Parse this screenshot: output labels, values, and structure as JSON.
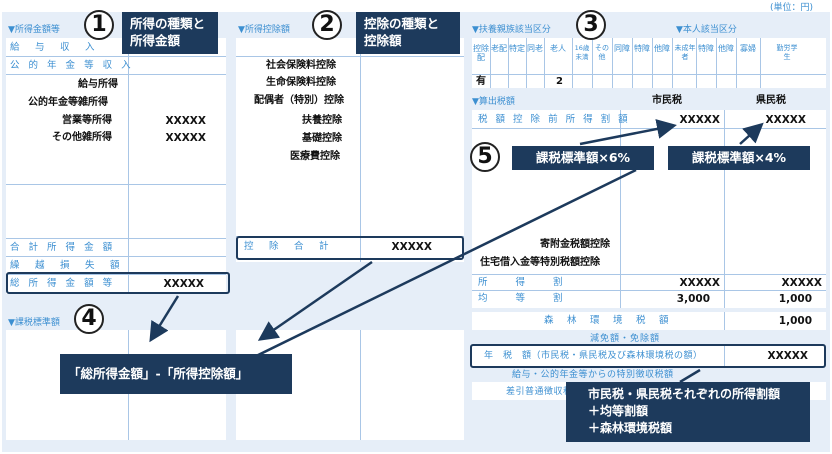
{
  "unit": "(単位：円)",
  "left_panel": {
    "section1_header": "▼所得金額等",
    "rows": [
      "給　与　収　入",
      "公 的 年 金 等 収 入"
    ],
    "income_types": [
      "給与所得",
      "公的年金等雑所得",
      "営業等所得",
      "その他雑所得"
    ],
    "income_values": [
      "XXXXX",
      "XXXXX"
    ],
    "total_income_label": "合 計 所 得 金 額",
    "carryover_label": "繰　越　損　失　額",
    "gross_income_label": "総 所 得 金 額 等",
    "gross_income_value": "XXXXX",
    "section2_header": "▼課税標準額"
  },
  "middle_panel": {
    "header": "▼所得控除額",
    "deductions": [
      "社会保険料控除",
      "生命保険料控除",
      "配偶者（特別）控除",
      "扶養控除",
      "基礎控除",
      "医療費控除"
    ],
    "total_label": "控　除　合　計",
    "total_value": "XXXXX"
  },
  "right_panel": {
    "dependents_header": "▼扶養親族該当区分",
    "self_header": "▼本人該当区分",
    "dependent_cols": [
      "控除配",
      "老配",
      "特定",
      "同老",
      "老人",
      "16歳未満",
      "その他",
      "同障",
      "特障",
      "他障"
    ],
    "self_cols": [
      "未成年者",
      "特障",
      "他障",
      "寡婦",
      "勤労学生"
    ],
    "dependent_vals": [
      "有",
      "2"
    ],
    "tax_header": "▼算出税額",
    "city_tax": "市民税",
    "pref_tax": "県民税",
    "pre_deduction_label": "税 額 控 除 前 所 得 割 額",
    "pre_city": "XXXXX",
    "pre_pref": "XXXXX",
    "donation_label": "寄附金税額控除",
    "housing_label": "住宅借入金等特別税額控除",
    "income_split_label": "所　　得　　割",
    "income_split_city": "XXXXX",
    "income_split_pref": "XXXXX",
    "equal_label": "均　　等　　割",
    "equal_city": "3,000",
    "equal_pref": "1,000",
    "forest_label": "森　林　環　境　税　額",
    "forest_value": "1,000",
    "reduction_label": "減免額・免除額",
    "annual_label": "年　税　額（市民税・県民税及び森林環境税の額）",
    "annual_value": "XXXXX",
    "pension_label": "給与・公的年金等からの特別徴収税額",
    "diff_label": "差引普通徴収税額"
  },
  "annotations": {
    "n1": "1",
    "n2": "2",
    "n3": "3",
    "n4": "4",
    "n5": "5",
    "c1_line1": "所得の種類と",
    "c1_line2": "所得金額",
    "c2_line1": "控除の種類と",
    "c2_line2": "控除額",
    "c4": "「総所得金額」-「所得控除額」",
    "c5a": "課税標準額×6%",
    "c5b": "課税標準額×4%",
    "c6_line1": "市民税・県民税それぞれの所得割額",
    "c6_line2": "＋均等割額",
    "c6_line3": "＋森林環境税額"
  },
  "colors": {
    "form_blue": "#3c8fd1",
    "panel_bg": "#e6eef8",
    "callout_bg": "#1d3a5c"
  }
}
